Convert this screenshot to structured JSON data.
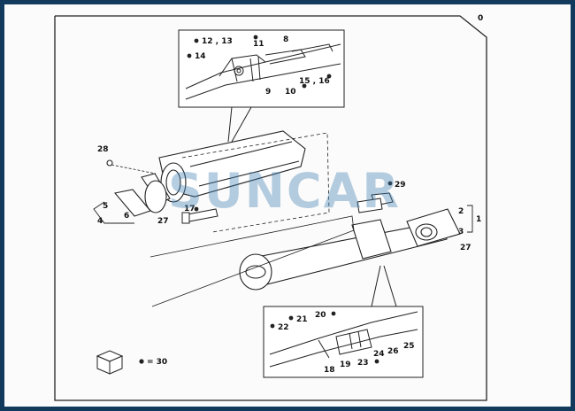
{
  "watermark": "SUNCAR",
  "sheet_number": "0",
  "legend_text": "= 30",
  "callouts": {
    "c12_13": "12 , 13",
    "c11": "11",
    "c8": "8",
    "c14": "14",
    "c15_16": "15 , 16",
    "c9": "9",
    "c10": "10",
    "c28": "28",
    "c5": "5",
    "c6": "6",
    "c4": "4",
    "c27a": "27",
    "c17": "17",
    "c29": "29",
    "c2": "2",
    "c3": "3",
    "c1": "1",
    "c27b": "27",
    "c20": "20",
    "c21": "21",
    "c22": "22",
    "c25": "25",
    "c26": "26",
    "c24": "24",
    "c23": "23",
    "c19": "19",
    "c18": "18"
  }
}
